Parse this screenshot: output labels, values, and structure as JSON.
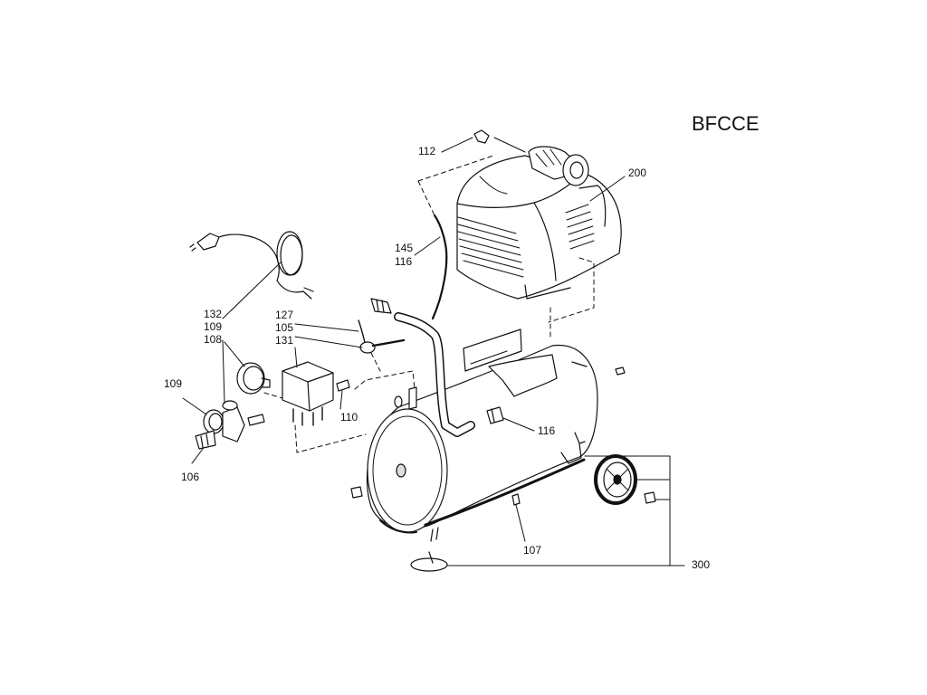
{
  "diagram": {
    "title": "BFCCE",
    "labels": {
      "p112": "112",
      "p200": "200",
      "p145": "145",
      "p116a": "116",
      "p132": "132",
      "p109a": "109",
      "p108": "108",
      "p127": "127",
      "p105": "105",
      "p131": "131",
      "p109b": "109",
      "p110": "110",
      "p116b": "116",
      "p106": "106",
      "p107": "107",
      "p300": "300"
    }
  }
}
